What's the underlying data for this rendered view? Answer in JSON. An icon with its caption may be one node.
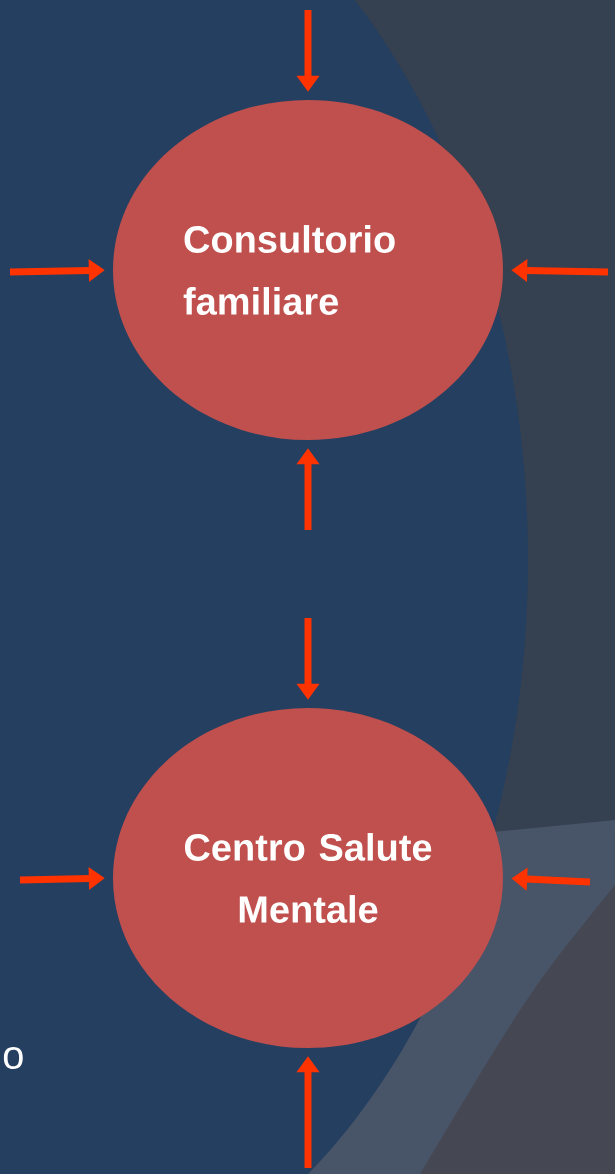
{
  "diagram": {
    "nodes": [
      {
        "text": [
          "Consultorio familiare"
        ]
      },
      {
        "text": [
          "Centro Salute Mentale"
        ]
      }
    ],
    "edges": [
      {
        "from": null,
        "to": 0,
        "arrow": "to"
      },
      {
        "from": null,
        "to": 0,
        "arrow": "to"
      },
      {
        "from": null,
        "to": 0,
        "arrow": "to"
      },
      {
        "from": null,
        "to": 0,
        "arrow": "to"
      },
      {
        "from": null,
        "to": 1,
        "arrow": "to"
      },
      {
        "from": null,
        "to": 1,
        "arrow": "to"
      },
      {
        "from": null,
        "to": 1,
        "arrow": "to"
      },
      {
        "from": null,
        "to": 1,
        "arrow": "to"
      }
    ],
    "labels": [
      "o"
    ]
  }
}
